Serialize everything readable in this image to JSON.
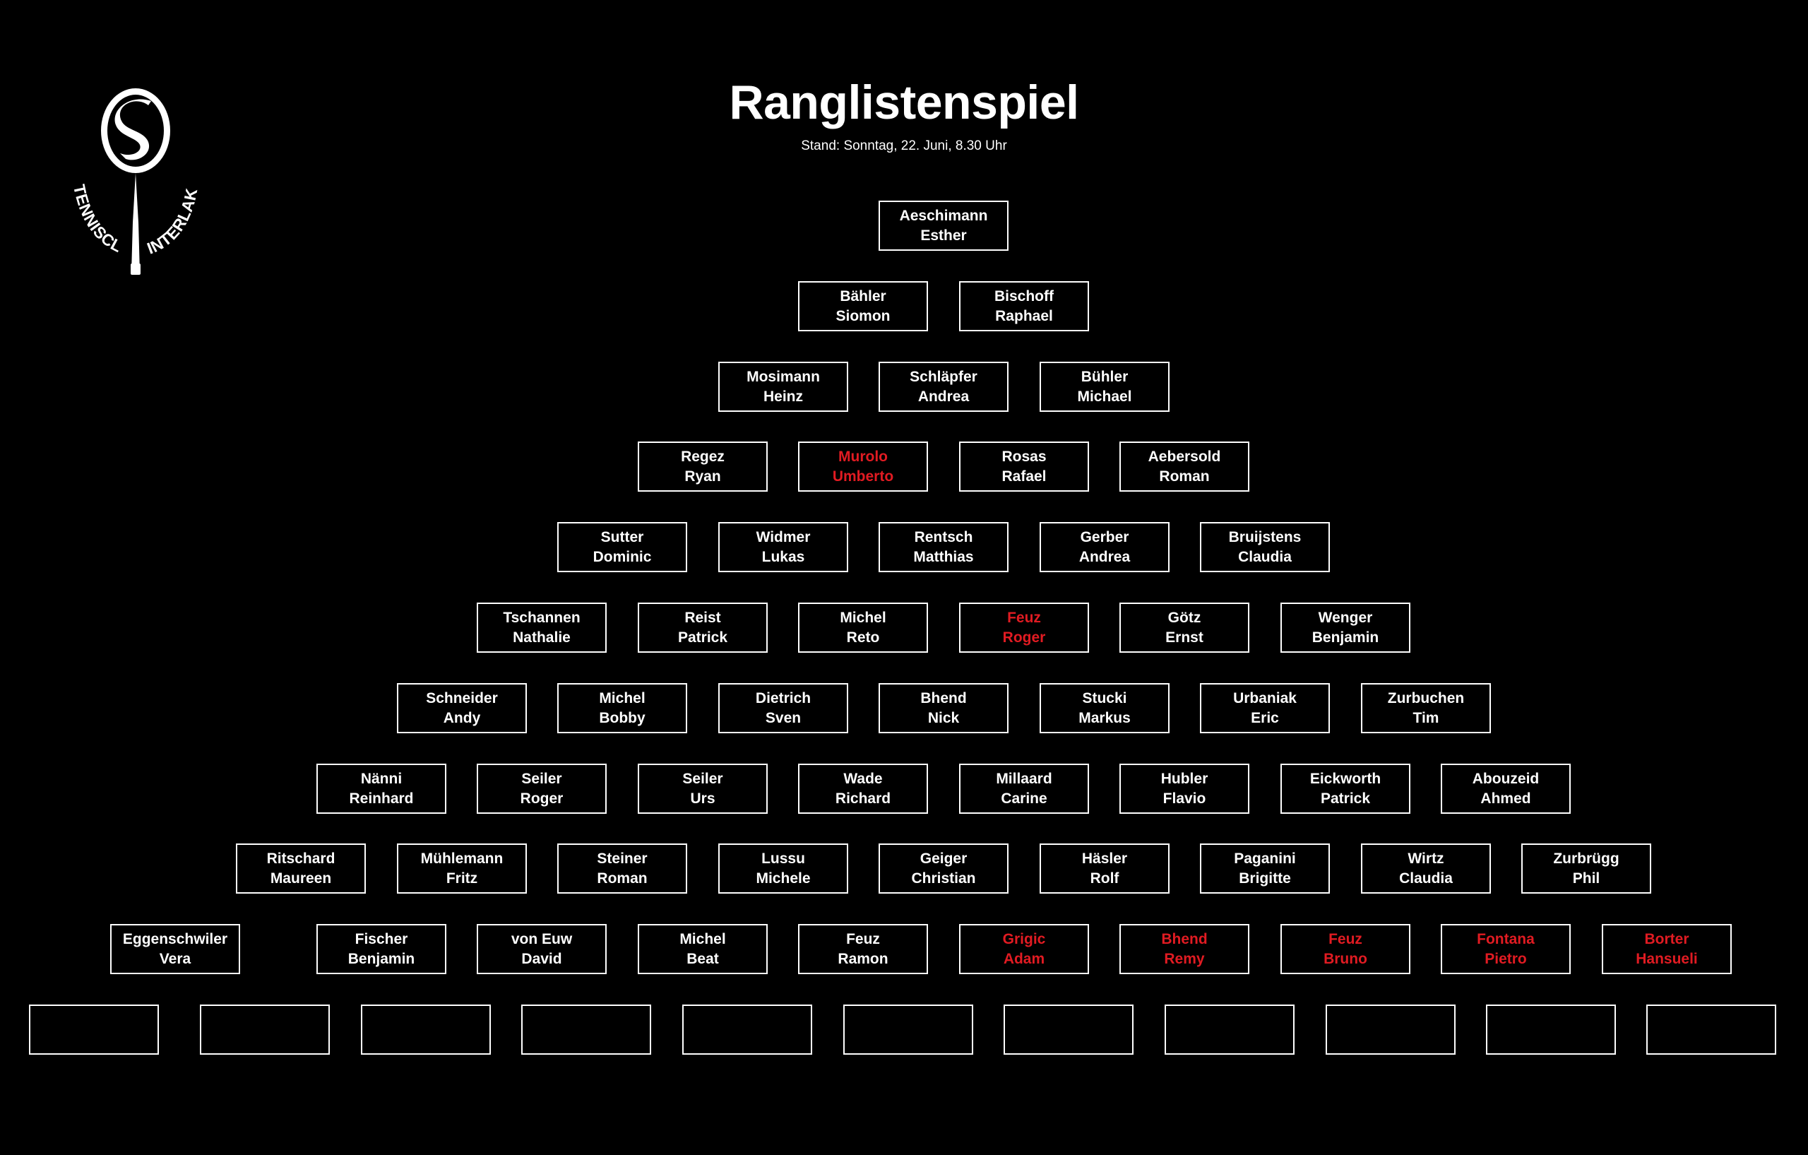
{
  "header": {
    "title": "Ranglistenspiel",
    "subtitle": "Stand: Sonntag, 22. Juni, 8.30 Uhr"
  },
  "logo": {
    "icon": "tennis-racket-s-logo-icon",
    "left_text": "TENNISCLUB",
    "right_text": "INTERLAKEN"
  },
  "colors": {
    "background": "#000000",
    "text": "#ffffff",
    "highlight": "#e11b22"
  },
  "rows": [
    [
      {
        "last": "Aeschimann",
        "first": "Esther",
        "highlight": false
      }
    ],
    [
      {
        "last": "Bähler",
        "first": "Siomon",
        "highlight": false
      },
      {
        "last": "Bischoff",
        "first": "Raphael",
        "highlight": false
      }
    ],
    [
      {
        "last": "Mosimann",
        "first": "Heinz",
        "highlight": false
      },
      {
        "last": "Schläpfer",
        "first": "Andrea",
        "highlight": false
      },
      {
        "last": "Bühler",
        "first": "Michael",
        "highlight": false
      }
    ],
    [
      {
        "last": "Regez",
        "first": "Ryan",
        "highlight": false
      },
      {
        "last": "Murolo",
        "first": "Umberto",
        "highlight": true
      },
      {
        "last": "Rosas",
        "first": "Rafael",
        "highlight": false
      },
      {
        "last": "Aebersold",
        "first": "Roman",
        "highlight": false
      }
    ],
    [
      {
        "last": "Sutter",
        "first": "Dominic",
        "highlight": false
      },
      {
        "last": "Widmer",
        "first": "Lukas",
        "highlight": false
      },
      {
        "last": "Rentsch",
        "first": "Matthias",
        "highlight": false
      },
      {
        "last": "Gerber",
        "first": "Andrea",
        "highlight": false
      },
      {
        "last": "Bruijstens",
        "first": "Claudia",
        "highlight": false
      }
    ],
    [
      {
        "last": "Tschannen",
        "first": "Nathalie",
        "highlight": false
      },
      {
        "last": "Reist",
        "first": "Patrick",
        "highlight": false
      },
      {
        "last": "Michel",
        "first": "Reto",
        "highlight": false
      },
      {
        "last": "Feuz",
        "first": "Roger",
        "highlight": true
      },
      {
        "last": "Götz",
        "first": "Ernst",
        "highlight": false
      },
      {
        "last": "Wenger",
        "first": "Benjamin",
        "highlight": false
      }
    ],
    [
      {
        "last": "Schneider",
        "first": "Andy",
        "highlight": false
      },
      {
        "last": "Michel",
        "first": "Bobby",
        "highlight": false
      },
      {
        "last": "Dietrich",
        "first": "Sven",
        "highlight": false
      },
      {
        "last": "Bhend",
        "first": "Nick",
        "highlight": false
      },
      {
        "last": "Stucki",
        "first": "Markus",
        "highlight": false
      },
      {
        "last": "Urbaniak",
        "first": "Eric",
        "highlight": false
      },
      {
        "last": "Zurbuchen",
        "first": "Tim",
        "highlight": false
      }
    ],
    [
      {
        "last": "Nänni",
        "first": "Reinhard",
        "highlight": false
      },
      {
        "last": "Seiler",
        "first": "Roger",
        "highlight": false
      },
      {
        "last": "Seiler",
        "first": "Urs",
        "highlight": false
      },
      {
        "last": "Wade",
        "first": "Richard",
        "highlight": false
      },
      {
        "last": "Millaard",
        "first": "Carine",
        "highlight": false
      },
      {
        "last": "Hubler",
        "first": "Flavio",
        "highlight": false
      },
      {
        "last": "Eickworth",
        "first": "Patrick",
        "highlight": false
      },
      {
        "last": "Abouzeid",
        "first": "Ahmed",
        "highlight": false
      }
    ],
    [
      {
        "last": "Ritschard",
        "first": "Maureen",
        "highlight": false
      },
      {
        "last": "Mühlemann",
        "first": "Fritz",
        "highlight": false
      },
      {
        "last": "Steiner",
        "first": "Roman",
        "highlight": false
      },
      {
        "last": "Lussu",
        "first": "Michele",
        "highlight": false
      },
      {
        "last": "Geiger",
        "first": "Christian",
        "highlight": false
      },
      {
        "last": "Häsler",
        "first": "Rolf",
        "highlight": false
      },
      {
        "last": "Paganini",
        "first": "Brigitte",
        "highlight": false
      },
      {
        "last": "Wirtz",
        "first": "Claudia",
        "highlight": false
      },
      {
        "last": "Zurbrügg",
        "first": "Phil",
        "highlight": false
      }
    ],
    [
      {
        "last": "Eggenschwiler",
        "first": "Vera",
        "highlight": false
      },
      {
        "last": "Fischer",
        "first": "Benjamin",
        "highlight": false
      },
      {
        "last": "von Euw",
        "first": "David",
        "highlight": false
      },
      {
        "last": "Michel",
        "first": "Beat",
        "highlight": false
      },
      {
        "last": "Feuz",
        "first": "Ramon",
        "highlight": false
      },
      {
        "last": "Grigic",
        "first": "Adam",
        "highlight": true
      },
      {
        "last": "Bhend",
        "first": "Remy",
        "highlight": true
      },
      {
        "last": "Feuz",
        "first": "Bruno",
        "highlight": true
      },
      {
        "last": "Fontana",
        "first": "Pietro",
        "highlight": true
      },
      {
        "last": "Borter",
        "first": "Hansueli",
        "highlight": true
      }
    ],
    [
      {
        "last": "",
        "first": "",
        "highlight": false
      },
      {
        "last": "",
        "first": "",
        "highlight": false
      },
      {
        "last": "",
        "first": "",
        "highlight": false
      },
      {
        "last": "",
        "first": "",
        "highlight": false
      },
      {
        "last": "",
        "first": "",
        "highlight": false
      },
      {
        "last": "",
        "first": "",
        "highlight": false
      },
      {
        "last": "",
        "first": "",
        "highlight": false
      },
      {
        "last": "",
        "first": "",
        "highlight": false
      },
      {
        "last": "",
        "first": "",
        "highlight": false
      },
      {
        "last": "",
        "first": "",
        "highlight": false
      },
      {
        "last": "",
        "first": "",
        "highlight": false
      }
    ]
  ]
}
